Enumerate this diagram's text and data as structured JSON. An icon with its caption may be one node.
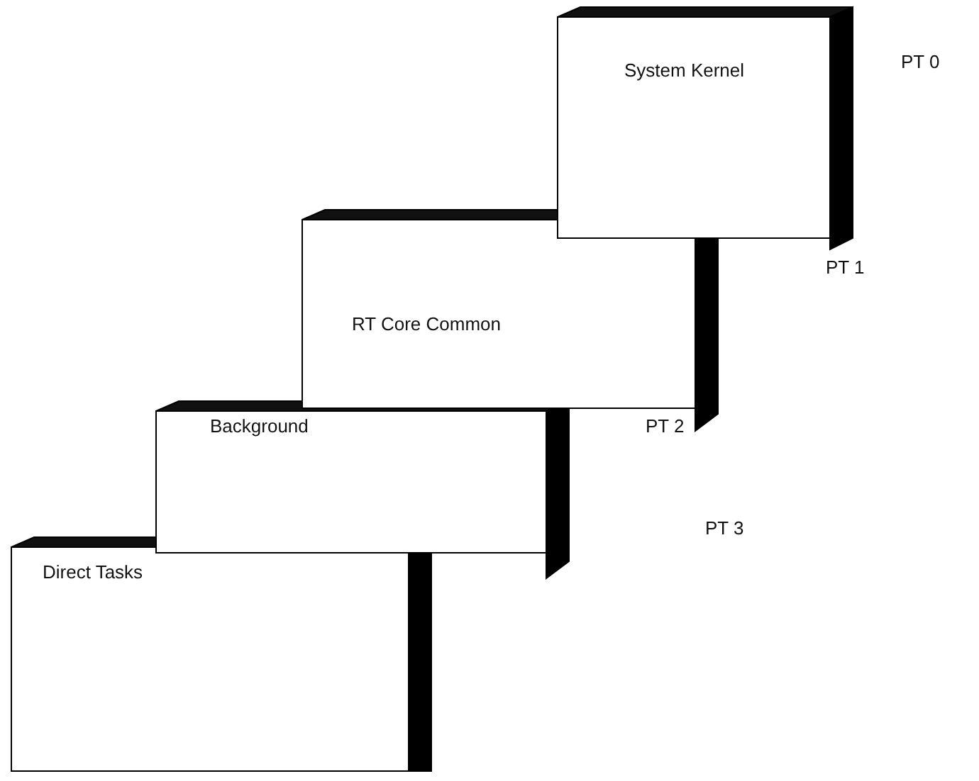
{
  "diagram": {
    "nodes": [
      {
        "text": [
          "System Kernel"
        ]
      },
      {
        "text": [
          "RT Core Common"
        ]
      },
      {
        "text": [
          "Background"
        ]
      },
      {
        "text": [
          "Direct Tasks"
        ]
      }
    ],
    "labels": [
      "PT 0",
      "PT 1",
      "PT 2",
      "PT 3"
    ]
  }
}
